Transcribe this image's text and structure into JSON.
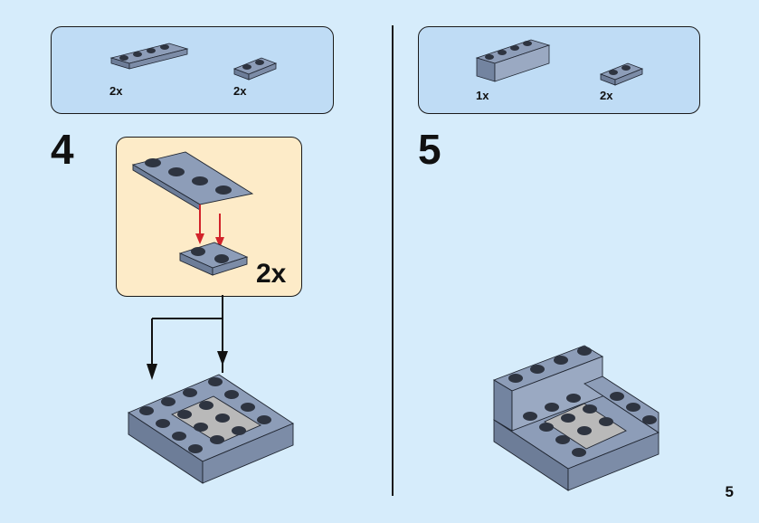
{
  "step4": {
    "number": "4",
    "parts": [
      {
        "name": "plate-1x4-dark-bluish-gray",
        "quantity": "2x"
      },
      {
        "name": "plate-1x2-dark-bluish-gray",
        "quantity": "2x"
      }
    ],
    "subassembly_multiplier": "2x"
  },
  "step5": {
    "number": "5",
    "parts": [
      {
        "name": "brick-1x4-sand-blue",
        "quantity": "1x"
      },
      {
        "name": "plate-1x2-dark-bluish-gray",
        "quantity": "2x"
      }
    ]
  },
  "page_number": "5",
  "colors": {
    "background": "#d6ecfb",
    "parts_panel": "#bfdcf5",
    "subassembly_panel": "#fdebc8",
    "brick_top": "#8d9db8",
    "brick_side": "#6d7d98",
    "stud": "#2e3440",
    "light_gray": "#b9b9b9",
    "arrow_red": "#d2232a"
  }
}
